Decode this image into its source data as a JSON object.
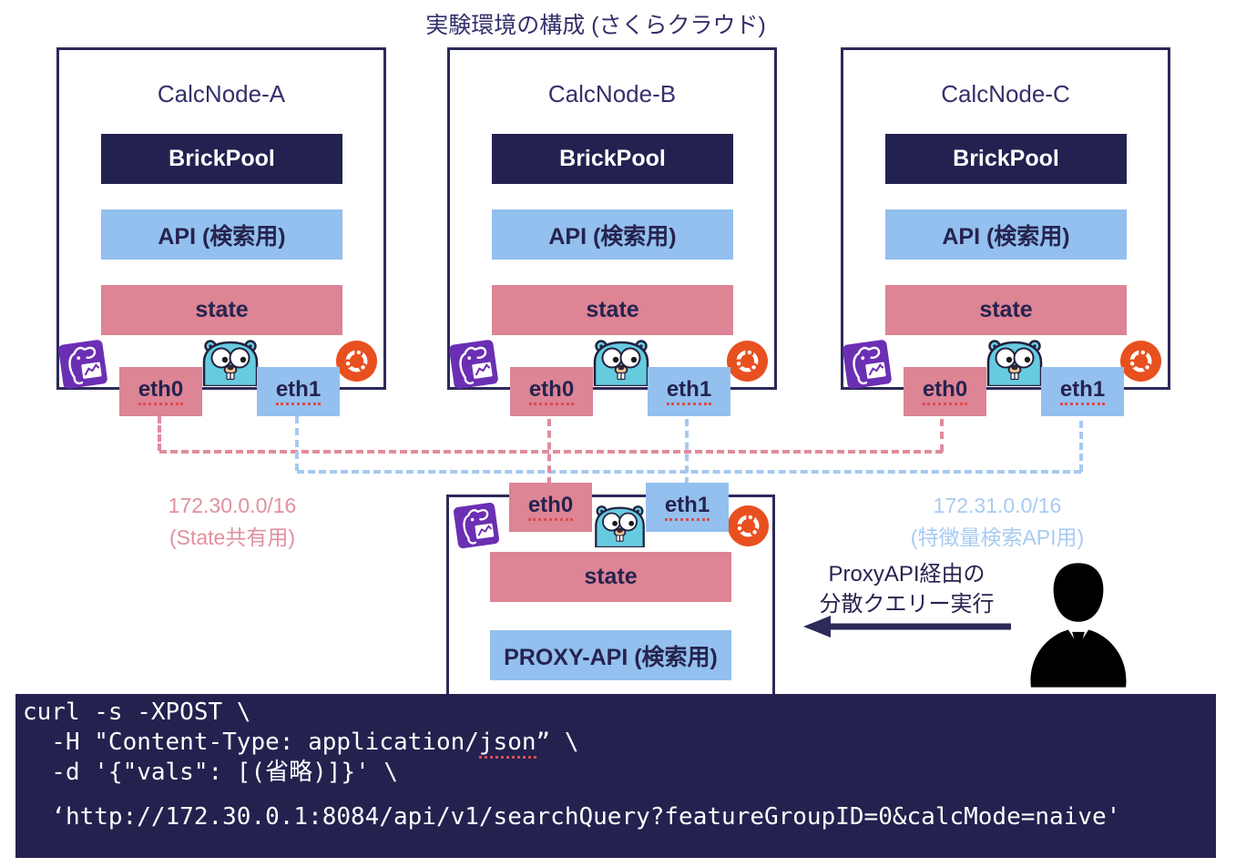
{
  "title": "実験環境の構成 (さくらクラウド)",
  "nodes": [
    {
      "title": "CalcNode-A",
      "brickpool": "BrickPool",
      "api": "API (検索用)",
      "state": "state",
      "eth0": "eth0",
      "eth1": "eth1"
    },
    {
      "title": "CalcNode-B",
      "brickpool": "BrickPool",
      "api": "API (検索用)",
      "state": "state",
      "eth0": "eth0",
      "eth1": "eth1"
    },
    {
      "title": "CalcNode-C",
      "brickpool": "BrickPool",
      "api": "API (検索用)",
      "state": "state",
      "eth0": "eth0",
      "eth1": "eth1"
    }
  ],
  "proxy": {
    "eth0": "eth0",
    "eth1": "eth1",
    "state": "state",
    "api": "PROXY-API (検索用)"
  },
  "networks": {
    "state_net": {
      "cidr": "172.30.0.0/16",
      "purpose": "(State共有用)",
      "color": "#df8c9c"
    },
    "search_net": {
      "cidr": "172.31.0.0/16",
      "purpose": "(特徴量検索API用)",
      "color": "#a6c9f2"
    }
  },
  "annotation": {
    "line1": "ProxyAPI経由の",
    "line2": "分散クエリー実行"
  },
  "icons": {
    "datadog": "datadog-logo",
    "gopher": "go-gopher",
    "ubuntu": "ubuntu-logo",
    "person": "business-person-silhouette",
    "arrow": "left-arrow"
  },
  "terminal": {
    "line1": "curl -s -XPOST \\",
    "line2_pre": "  -H \"Content-Type: application/",
    "line2_json": "json",
    "line2_post": "” \\",
    "line3": "  -d '{\"vals\": [(省略)]}' \\",
    "line4": "  ‘http://172.30.0.1:8084/api/v1/searchQuery?featureGroupID=0&calcMode=naive'"
  },
  "colors": {
    "navy_text": "#26234f",
    "box_border": "#2b2a59",
    "brickpool_bg": "#232150",
    "api_blue": "#93c0ee",
    "state_pink": "#dd8495",
    "pink_network": "#df8c9c",
    "blue_network": "#a6c9f2",
    "terminal_bg": "#24214f",
    "datadog_purple": "#6b2fb3",
    "ubuntu_orange": "#e8501f",
    "gopher_teal": "#67cbdf"
  }
}
